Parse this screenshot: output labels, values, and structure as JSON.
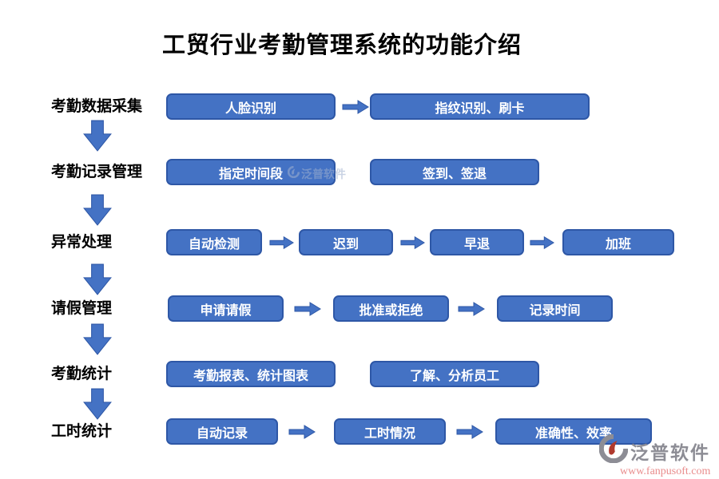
{
  "title": "工贸行业考勤管理系统的功能介绍",
  "colors": {
    "box_fill": "#4472C4",
    "box_border": "#2E57A6",
    "box_text": "#FFFFFF",
    "arrow": "#4472C4",
    "title_text": "#000000",
    "label_text": "#000000",
    "logo_gray": "#8D8D95",
    "logo_icon_red": "#B03A2E",
    "logo_url_text": "#E98C8C",
    "watermark_text": "#9FB0CF",
    "background": "#FFFFFF"
  },
  "rows": [
    {
      "label": "考勤数据采集",
      "items": [
        {
          "type": "box",
          "text": "人脸识别"
        },
        {
          "type": "arrow"
        },
        {
          "type": "box",
          "text": "指纹识别、刷卡"
        }
      ]
    },
    {
      "label": "考勤记录管理",
      "items": [
        {
          "type": "box",
          "text": "指定时间段"
        },
        {
          "type": "gap"
        },
        {
          "type": "box",
          "text": "签到、签退"
        }
      ]
    },
    {
      "label": "异常处理",
      "items": [
        {
          "type": "box",
          "text": "自动检测"
        },
        {
          "type": "arrow"
        },
        {
          "type": "box",
          "text": "迟到"
        },
        {
          "type": "arrow"
        },
        {
          "type": "box",
          "text": "早退"
        },
        {
          "type": "arrow"
        },
        {
          "type": "box",
          "text": "加班"
        }
      ]
    },
    {
      "label": "请假管理",
      "items": [
        {
          "type": "box",
          "text": "申请请假"
        },
        {
          "type": "arrow"
        },
        {
          "type": "box",
          "text": "批准或拒绝"
        },
        {
          "type": "arrow"
        },
        {
          "type": "box",
          "text": "记录时间"
        }
      ]
    },
    {
      "label": "考勤统计",
      "items": [
        {
          "type": "box",
          "text": "考勤报表、统计图表"
        },
        {
          "type": "gap"
        },
        {
          "type": "box",
          "text": "了解、分析员工"
        }
      ]
    },
    {
      "label": "工时统计",
      "items": [
        {
          "type": "box",
          "text": "自动记录"
        },
        {
          "type": "arrow"
        },
        {
          "type": "box",
          "text": "工时情况"
        },
        {
          "type": "arrow"
        },
        {
          "type": "box",
          "text": "准确性、效率"
        }
      ]
    }
  ],
  "watermark": {
    "text": "泛普软件"
  },
  "logo": {
    "name": "泛普软件",
    "website": "www.fanpusoft.com"
  }
}
